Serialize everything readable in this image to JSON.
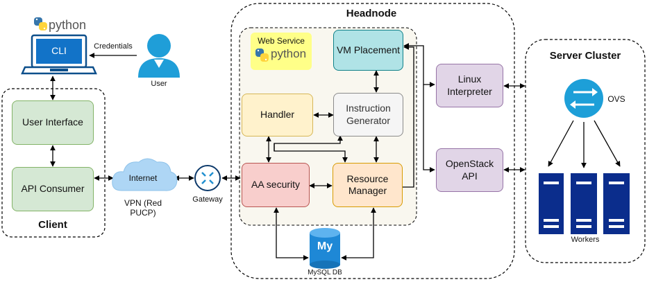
{
  "groups": {
    "client": "Client",
    "headnode": "Headnode",
    "server_cluster": "Server Cluster"
  },
  "nodes": {
    "cli": "CLI",
    "credentials": "Credentials",
    "user": "User",
    "user_interface": "User Interface",
    "api_consumer": "API Consumer",
    "internet": "Internet",
    "vpn": "VPN (Red\nPUCP)",
    "gateway": "Gateway",
    "web_service": "Web Service",
    "vm_placement": "VM Placement",
    "handler": "Handler",
    "instruction_generator": "Instruction\nGenerator",
    "aa_security": "AA security",
    "resource_manager": "Resource\nManager",
    "mysql_db": "MySQL DB",
    "mysql_logo": "My",
    "linux_interpreter": "Linux\nInterpreter",
    "openstack_api": "OpenStack\nAPI",
    "ovs": "OVS",
    "workers": "Workers",
    "python_logo_text": "python"
  },
  "colors": {
    "python_blue": "#3776ab",
    "python_yellow": "#ffd43b",
    "user_blue": "#1f9ed8",
    "ovs_blue": "#1d9fd8",
    "gateway_navy": "#0d3a6b",
    "server_navy": "#0b2d8c",
    "db_blue": "#1e88d6",
    "highlight_yellow": "#ffff88"
  },
  "icons": [
    "python-icon",
    "laptop-icon",
    "user-icon",
    "cloud-icon",
    "router-icon",
    "database-icon",
    "switch-icon",
    "server-icon"
  ]
}
